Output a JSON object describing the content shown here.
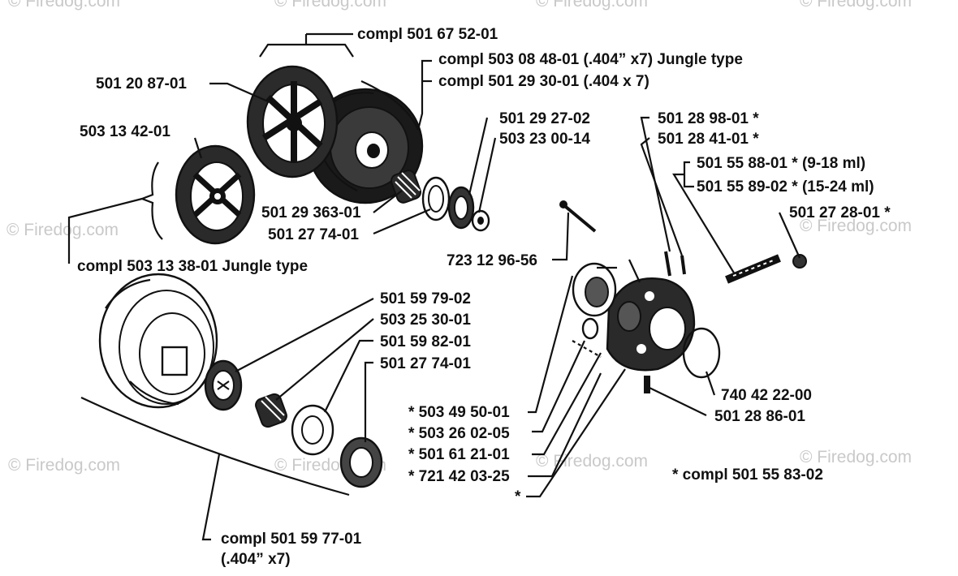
{
  "watermark": "© Firedog.com",
  "labels": {
    "compl_501_67_52_01": "compl 501 67 52-01",
    "compl_503_08_48_01": "compl 503 08 48-01 (.404” x7) Jungle type",
    "compl_501_29_30_01": "compl 501 29 30-01 (.404 x 7)",
    "p501_20_87_01": "501 20 87-01",
    "p503_13_42_01": "503 13 42-01",
    "p501_29_27_02": "501 29 27-02",
    "p503_23_00_14": "503 23 00-14",
    "p501_28_98_01": "501 28 98-01  *",
    "p501_28_41_01": "501 28 41-01  *",
    "p501_55_88_01": "501 55 88-01  * (9-18 ml)",
    "p501_55_89_02": "501 55 89-02  * (15-24 ml)",
    "p501_27_28_01": "501 27 28-01  *",
    "p501_29_363_01": "501 29 363-01",
    "p501_27_74_01_top": "501 27 74-01",
    "p723_12_96_56": "723 12 96-56",
    "compl_503_13_38_01": "compl 503 13 38-01  Jungle type",
    "p501_59_79_02": "501 59 79-02",
    "p503_25_30_01": "503 25 30-01",
    "p501_59_82_01": "501 59 82-01",
    "p501_27_74_01_bottom": "501 27 74-01",
    "p740_42_22_00": "740 42 22-00",
    "p501_28_86_01": "501 28 86-01",
    "p503_49_50_01": "*  503 49 50-01",
    "p503_26_02_05": "*  503 26 02-05",
    "p501_61_21_01": "*  501 61 21-01",
    "p721_42_03_25": "*  721 42 03-25",
    "star": "*",
    "compl_501_55_83_02": "*  compl 501 55 83-02",
    "compl_501_59_77_01": "compl 501 59 77-01",
    "compl_501_59_77_01_sub": "(.404” x7)"
  }
}
